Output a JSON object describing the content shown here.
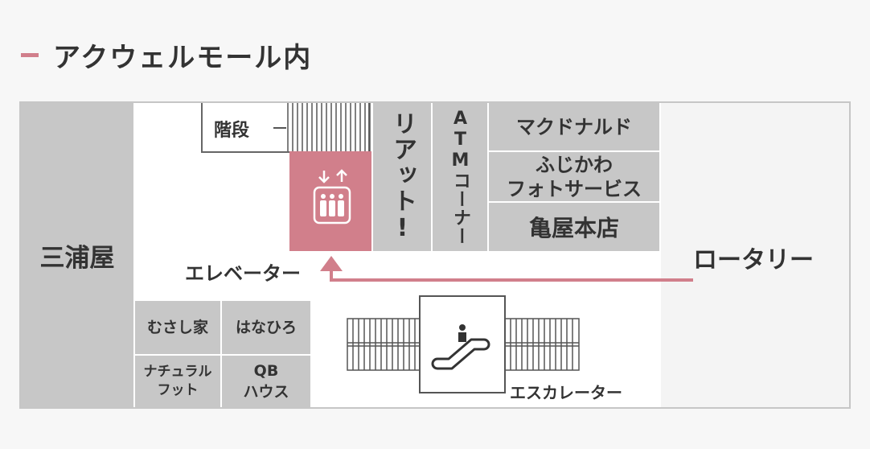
{
  "heading": "アクウェルモール内",
  "map": {
    "miura": "三浦屋",
    "stairs": "階段",
    "riatto": "リアット!",
    "atm": "ATMコーナー",
    "mcdonalds": "マクドナルド",
    "fujikawa_line1": "ふじかわ",
    "fujikawa_line2": "フォトサービス",
    "kameya": "亀屋本店",
    "elevator": "エレベーター",
    "rotary": "ロータリー",
    "musashi": "むさし家",
    "hanahiro": "はなひろ",
    "natural_line1": "ナチュラル",
    "natural_line2": "フット",
    "qb_line1": "QB",
    "qb_line2": "ハウス",
    "escalator": "エスカレーター"
  },
  "colors": {
    "accent": "#d17f8b",
    "shop_gray": "#c7c7c7",
    "map_bg": "#ffffff",
    "page_bg": "#f7f7f7"
  },
  "icons": [
    "elevator-icon",
    "escalator-icon",
    "up-arrow-icon",
    "down-arrow-icon"
  ]
}
